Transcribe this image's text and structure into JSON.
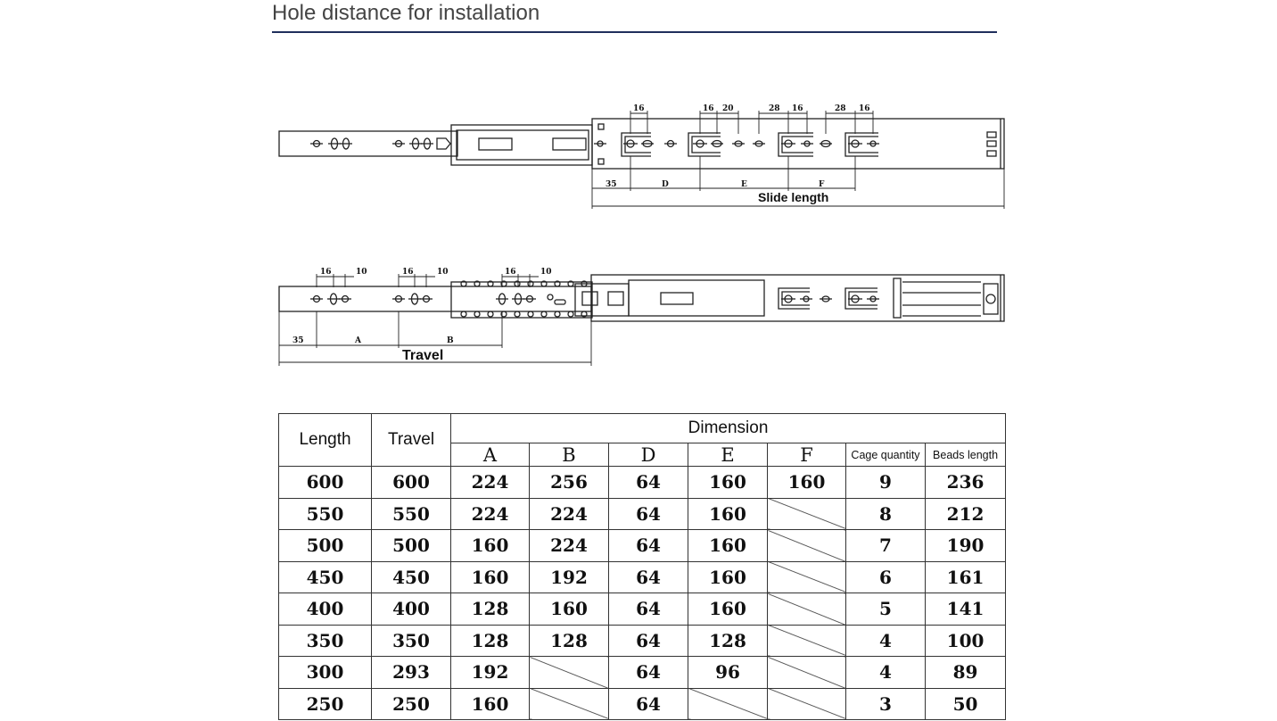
{
  "heading": "Hole distance for installation",
  "drawing_top": {
    "dims_top": [
      "16",
      "16",
      "20",
      "28",
      "16",
      "28",
      "16"
    ],
    "dims_bottom": [
      "35",
      "D",
      "E",
      "F"
    ],
    "slide_length_label": "Slide length"
  },
  "drawing_bottom": {
    "dims_top": [
      "16",
      "10",
      "16",
      "10",
      "16",
      "10"
    ],
    "dims_bottom": [
      "35",
      "A",
      "B"
    ],
    "travel_label": "Travel"
  },
  "table": {
    "col_length": "Length",
    "col_travel": "Travel",
    "col_dimension": "Dimension",
    "sub_cols": [
      "A",
      "B",
      "D",
      "E",
      "F"
    ],
    "col_cage": "Cage quantity",
    "col_beads": "Beads length",
    "rows": [
      {
        "length": "600",
        "travel": "600",
        "A": "224",
        "B": "256",
        "D": "64",
        "E": "160",
        "F": "160",
        "cage": "9",
        "beads": "236"
      },
      {
        "length": "550",
        "travel": "550",
        "A": "224",
        "B": "224",
        "D": "64",
        "E": "160",
        "F": "",
        "cage": "8",
        "beads": "212"
      },
      {
        "length": "500",
        "travel": "500",
        "A": "160",
        "B": "224",
        "D": "64",
        "E": "160",
        "F": "",
        "cage": "7",
        "beads": "190"
      },
      {
        "length": "450",
        "travel": "450",
        "A": "160",
        "B": "192",
        "D": "64",
        "E": "160",
        "F": "",
        "cage": "6",
        "beads": "161"
      },
      {
        "length": "400",
        "travel": "400",
        "A": "128",
        "B": "160",
        "D": "64",
        "E": "160",
        "F": "",
        "cage": "5",
        "beads": "141"
      },
      {
        "length": "350",
        "travel": "350",
        "A": "128",
        "B": "128",
        "D": "64",
        "E": "128",
        "F": "",
        "cage": "4",
        "beads": "100"
      },
      {
        "length": "300",
        "travel": "293",
        "A": "192",
        "B": "",
        "D": "64",
        "E": "96",
        "F": "",
        "cage": "4",
        "beads": "89"
      },
      {
        "length": "250",
        "travel": "250",
        "A": "160",
        "B": "",
        "D": "64",
        "E": "",
        "F": "",
        "cage": "3",
        "beads": "50"
      }
    ]
  }
}
